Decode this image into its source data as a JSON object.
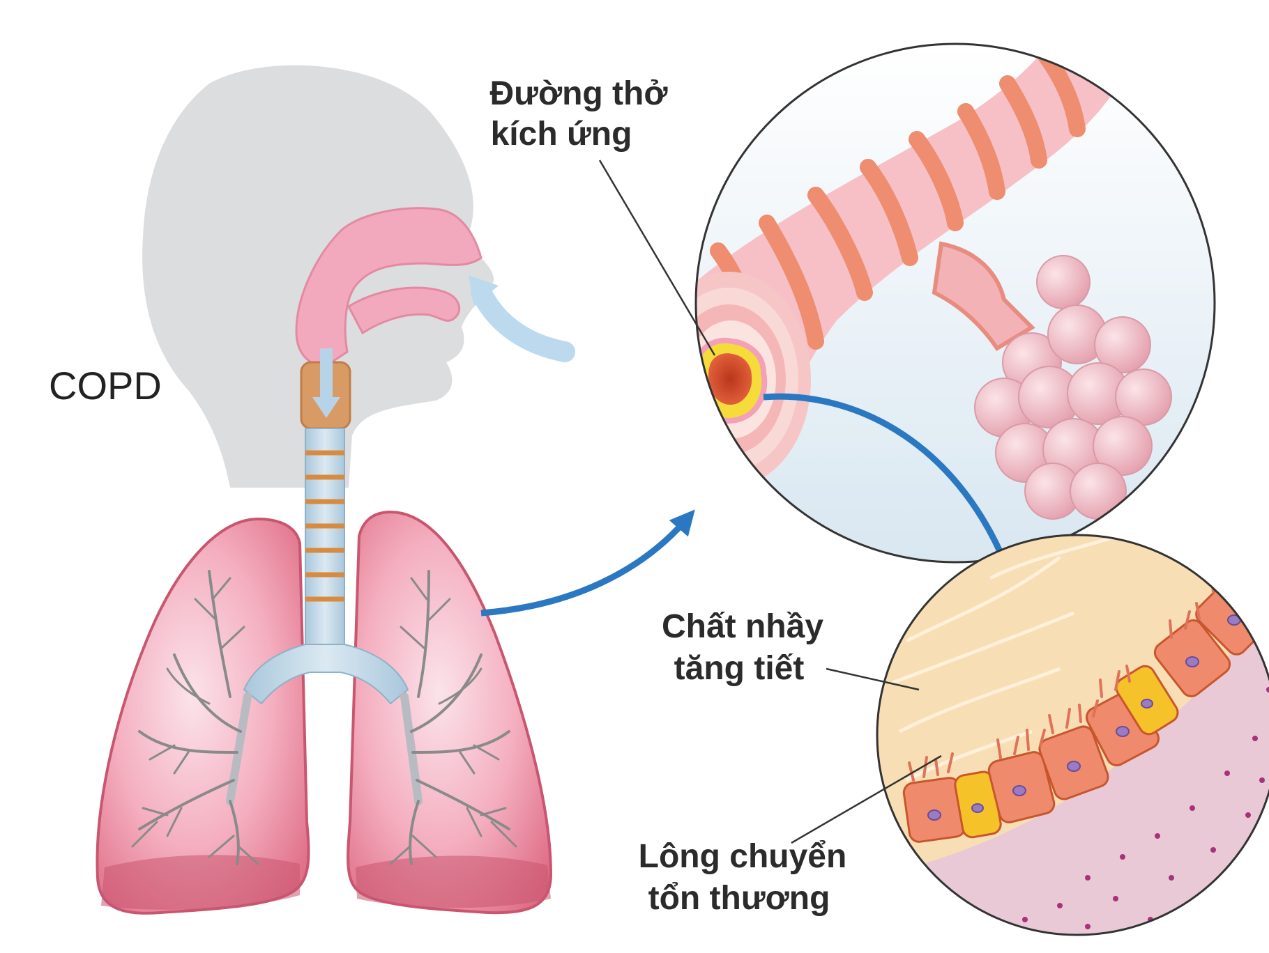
{
  "title": "COPD",
  "labels": {
    "irritated_airway": [
      "Đường thở",
      "kích ứng"
    ],
    "excess_mucus": [
      "Chất nhầy",
      "tăng tiết"
    ],
    "damaged_cilia": [
      "Lông chuyển",
      "tổn thương"
    ]
  },
  "colors": {
    "head_silhouette": "#dcdddf",
    "lung": "#e5788f",
    "lung_dark": "#c25a6f",
    "trachea": "#bcd6e6",
    "cartilage_ring": "#d88a3f",
    "bronchus_stripe": "#ee8d6f",
    "alveoli": "#f0b8c2",
    "arrow": "#2a78c2",
    "mucus": "#f8deb4",
    "cells": "#ef8a6c",
    "goblet_cell": "#f5c22a"
  }
}
